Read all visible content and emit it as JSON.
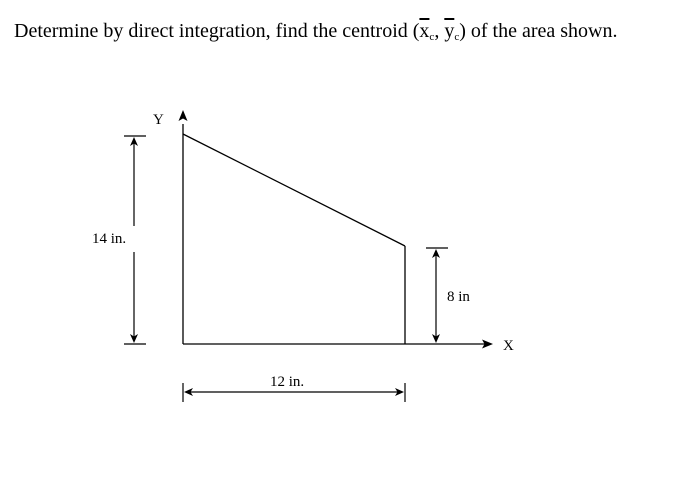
{
  "question": {
    "before": "Determine by direct integration, find the centroid (",
    "x_letter": "x",
    "x_sub": "c",
    "comma": ", ",
    "y_letter": "y",
    "y_sub": "c",
    "after": ") of the area shown."
  },
  "figure": {
    "axis_y_label": "Y",
    "axis_x_label": "X",
    "dim_left_label": "14 in.",
    "dim_right_label": "8 in",
    "dim_bottom_label": "12 in."
  }
}
